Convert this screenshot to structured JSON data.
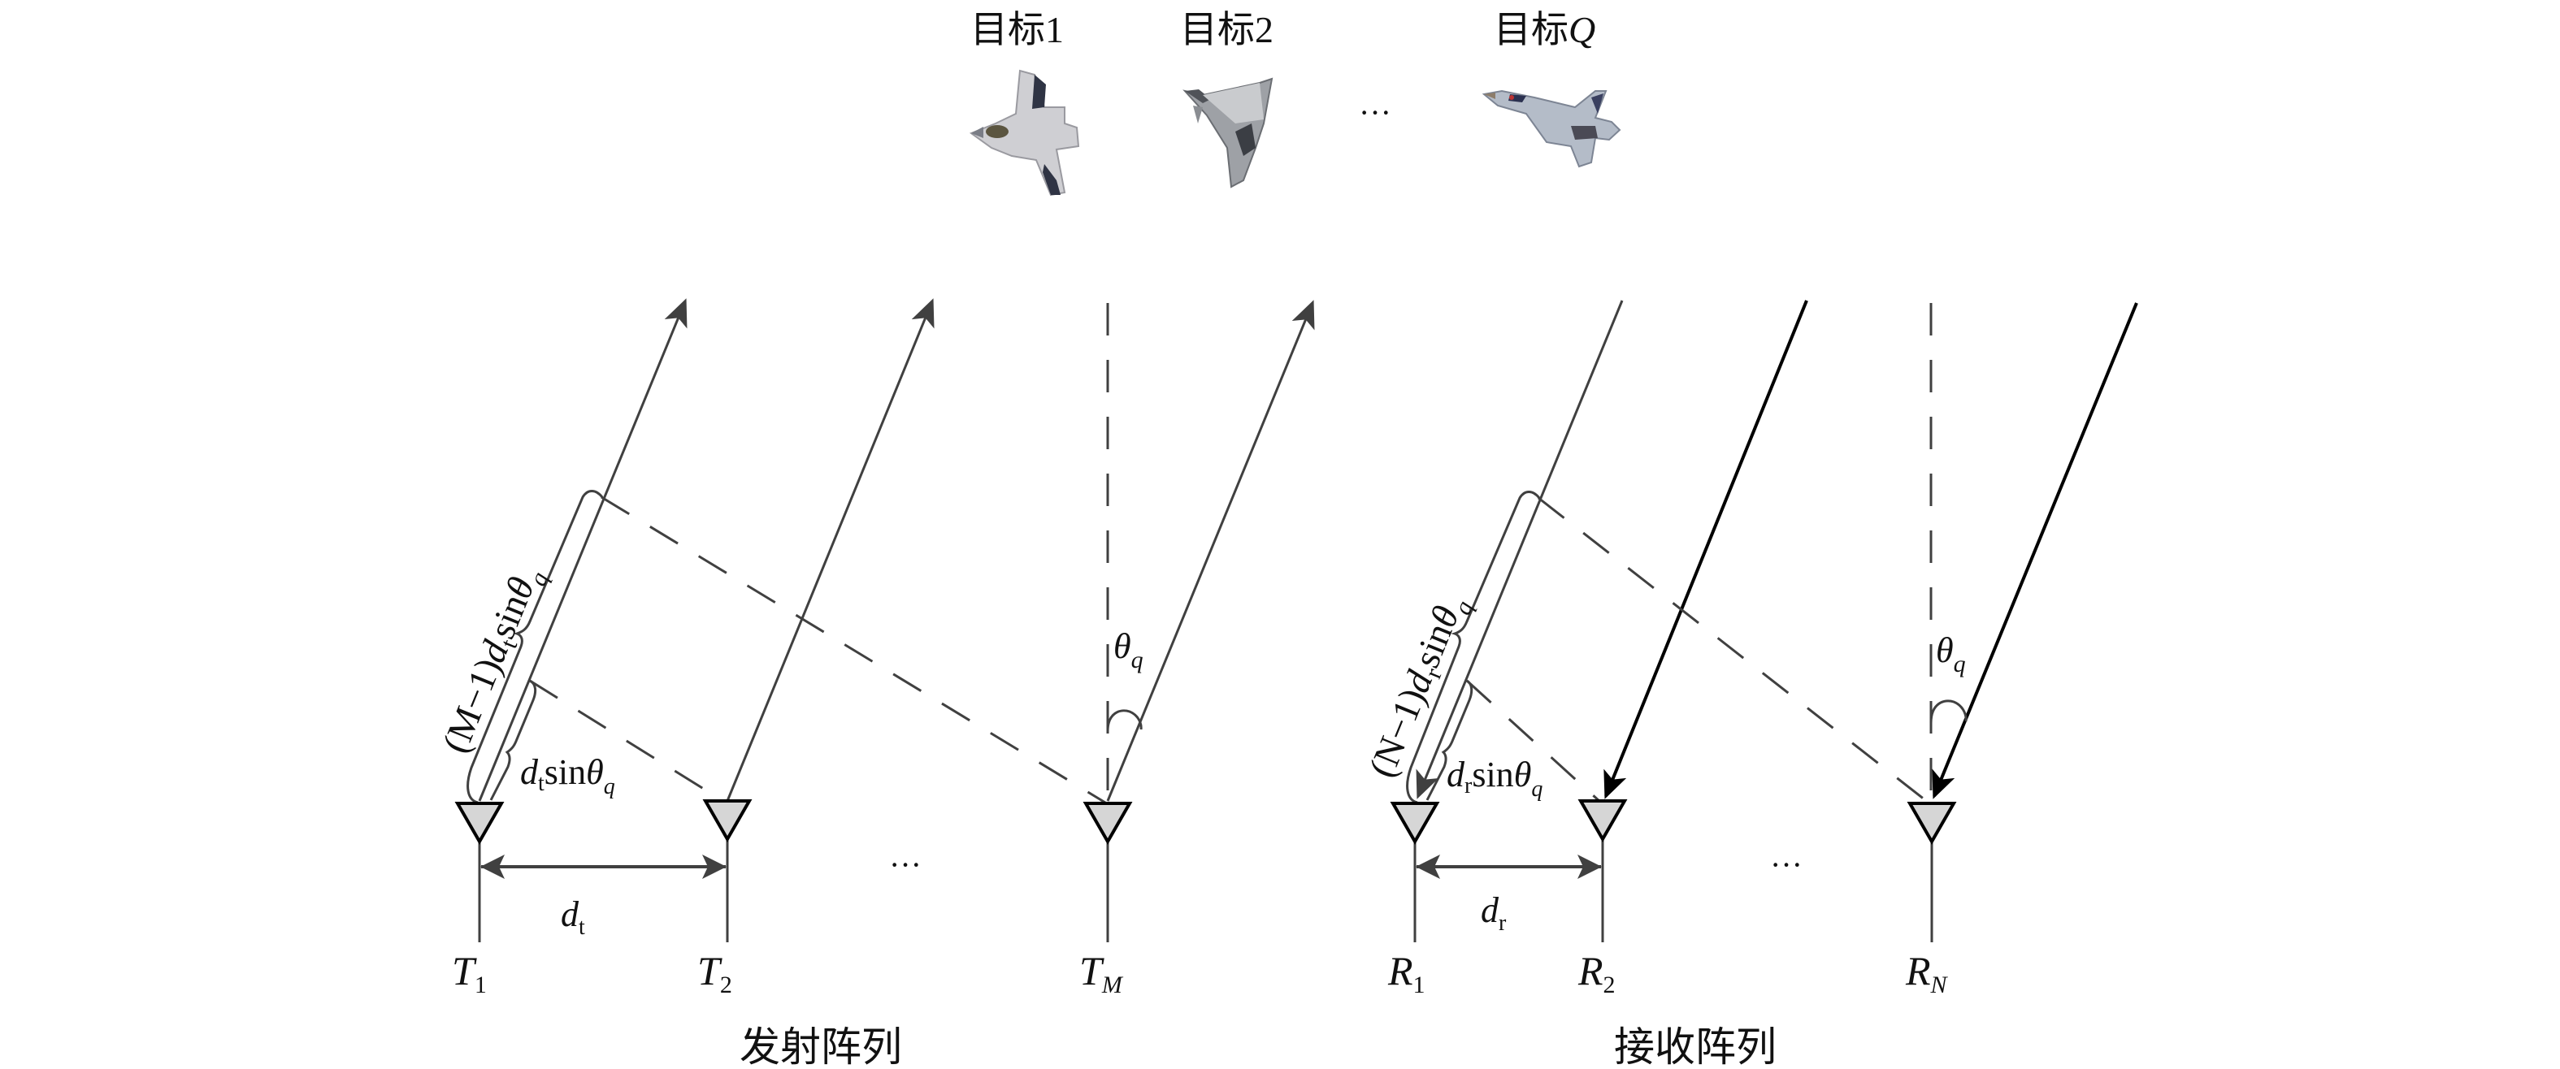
{
  "targets": [
    {
      "label_prefix": "目标",
      "label_index": "1",
      "aircraft": "jet-1"
    },
    {
      "label_prefix": "目标",
      "label_index": "2",
      "aircraft": "jet-2"
    },
    {
      "label_prefix": "目标",
      "label_index": "Q",
      "aircraft": "jet-q"
    }
  ],
  "targets_ellipsis": "···",
  "transmit": {
    "caption": "发射阵列",
    "elements": [
      {
        "symbol": "T",
        "sub": "1"
      },
      {
        "symbol": "T",
        "sub": "2"
      },
      {
        "symbol": "T",
        "sub": "M"
      }
    ],
    "ellipsis": "···",
    "spacing": {
      "symbol": "d",
      "sub": "t"
    },
    "short_path": {
      "d": "d",
      "sub": "t",
      "fn": "sin",
      "theta": "θ",
      "theta_sub": "q"
    },
    "long_path": {
      "prefix": "(M−1)",
      "d": "d",
      "sub": "t",
      "fn": "sin",
      "theta": "θ",
      "theta_sub": "q"
    },
    "angle": {
      "theta": "θ",
      "sub": "q"
    }
  },
  "receive": {
    "caption": "接收阵列",
    "elements": [
      {
        "symbol": "R",
        "sub": "1"
      },
      {
        "symbol": "R",
        "sub": "2"
      },
      {
        "symbol": "R",
        "sub": "N"
      }
    ],
    "ellipsis": "···",
    "spacing": {
      "symbol": "d",
      "sub": "r"
    },
    "short_path": {
      "d": "d",
      "sub": "r",
      "fn": "sin",
      "theta": "θ",
      "theta_sub": "q"
    },
    "long_path": {
      "prefix": "(N−1)",
      "d": "d",
      "sub": "r",
      "fn": "sin",
      "theta": "θ",
      "theta_sub": "q"
    },
    "angle": {
      "theta": "θ",
      "sub": "q"
    }
  },
  "colors": {
    "line": "#404040",
    "line_dark": "#000000",
    "antenna_fill": "#d6d6d6",
    "antenna_stroke": "#000000",
    "text": "#111111"
  }
}
